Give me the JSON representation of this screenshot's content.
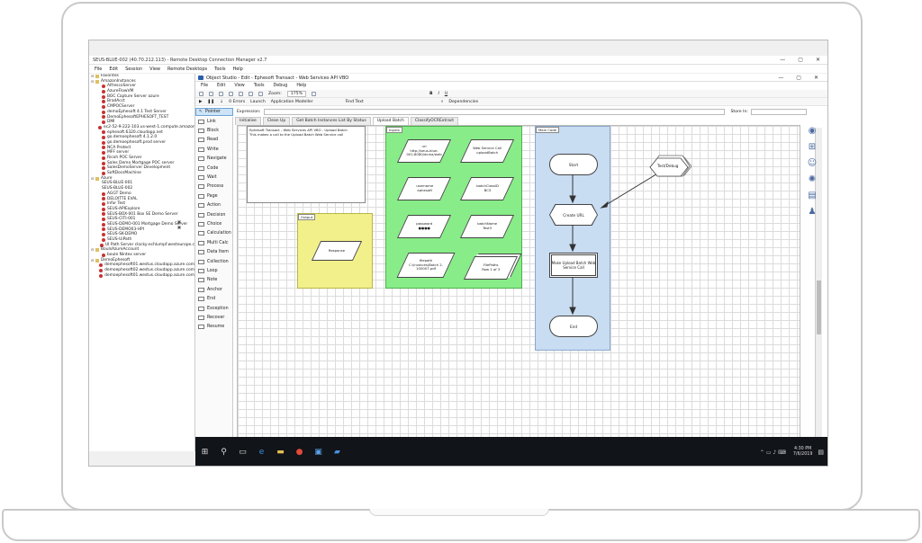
{
  "window": {
    "title": "SEUS-BLUE-002 (40.70.212.113) - Remote Desktop Connection Manager v2.7",
    "controls": [
      "—",
      "▢",
      "✕"
    ]
  },
  "menu": [
    "File",
    "Edit",
    "Session",
    "View",
    "Remote Desktops",
    "Tools",
    "Help"
  ],
  "tree": [
    {
      "level": 0,
      "toggle": "⊟",
      "icon": "folder",
      "label": "Favorites"
    },
    {
      "level": 0,
      "toggle": "⊟",
      "icon": "folder",
      "label": "AmazonInstances"
    },
    {
      "level": 1,
      "toggle": "",
      "icon": "red",
      "label": "AlfrescoServer"
    },
    {
      "level": 1,
      "toggle": "",
      "icon": "red",
      "label": "AzureFlowVM"
    },
    {
      "level": 1,
      "toggle": "",
      "icon": "red",
      "label": "BOC Capture Server azure"
    },
    {
      "level": 1,
      "toggle": "",
      "icon": "red",
      "label": "BradAcct"
    },
    {
      "level": 1,
      "toggle": "",
      "icon": "red",
      "label": "CMPOCServer"
    },
    {
      "level": 1,
      "toggle": "",
      "icon": "red",
      "label": "demoEphesoft 4.1 Test Server"
    },
    {
      "level": 1,
      "toggle": "",
      "icon": "red",
      "label": "DemoEphesoftEPHESOFT_TEST"
    },
    {
      "level": 1,
      "toggle": "",
      "icon": "red",
      "label": "DMI"
    },
    {
      "level": 1,
      "toggle": "",
      "icon": "red",
      "label": "ec2-52-9-222-103.us-west-1.compute.amazon"
    },
    {
      "level": 1,
      "toggle": "",
      "icon": "red",
      "label": "ephesoft.6320.cloudapp.net"
    },
    {
      "level": 1,
      "toggle": "",
      "icon": "red",
      "label": "go.demoephesoft 4.1.2.0"
    },
    {
      "level": 1,
      "toggle": "",
      "icon": "red",
      "label": "go.demoephesoft.prod server"
    },
    {
      "level": 1,
      "toggle": "",
      "icon": "red",
      "label": "NCA Protect"
    },
    {
      "level": 1,
      "toggle": "",
      "icon": "red",
      "label": "MFF server"
    },
    {
      "level": 1,
      "toggle": "",
      "icon": "red",
      "label": "Ricoh POC Server"
    },
    {
      "level": 1,
      "toggle": "",
      "icon": "red",
      "label": "Sales Demo Mortgage POC server"
    },
    {
      "level": 1,
      "toggle": "",
      "icon": "red",
      "label": "SalesDemoServer Development"
    },
    {
      "level": 1,
      "toggle": "",
      "icon": "red",
      "label": "SoftDocsMachine"
    },
    {
      "level": 0,
      "toggle": "⊟",
      "icon": "folder",
      "label": "Azure"
    },
    {
      "level": 1,
      "toggle": "",
      "icon": "screen",
      "label": "SEUS-BLUE-001"
    },
    {
      "level": 1,
      "toggle": "",
      "icon": "screen",
      "label": "SEUS-BLUE-002"
    },
    {
      "level": 1,
      "toggle": "",
      "icon": "red",
      "label": "AGGT Demo"
    },
    {
      "level": 1,
      "toggle": "",
      "icon": "red",
      "label": "DELOITTE EVAL"
    },
    {
      "level": 1,
      "toggle": "",
      "icon": "red",
      "label": "Infor Test"
    },
    {
      "level": 1,
      "toggle": "",
      "icon": "red",
      "label": "SEUS-APIExplore"
    },
    {
      "level": 1,
      "toggle": "",
      "icon": "red",
      "label": "SEUS-BOX-001 Box SE Demo Server"
    },
    {
      "level": 1,
      "toggle": "",
      "icon": "red",
      "label": "SEUS-CITI-001"
    },
    {
      "level": 1,
      "toggle": "",
      "icon": "red",
      "label": "SEUS-DEMO-001 Mortgage Demo Server"
    },
    {
      "level": 1,
      "toggle": "",
      "icon": "red",
      "label": "SEUS-DEMO03-HPI"
    },
    {
      "level": 1,
      "toggle": "",
      "icon": "red",
      "label": "SEUS-SK-DEMO"
    },
    {
      "level": 1,
      "toggle": "",
      "icon": "red",
      "label": "SEUS-UiPath"
    },
    {
      "level": 1,
      "toggle": "",
      "icon": "red",
      "label": "UI Path Server clocky-echlumpf.westeurope.c"
    },
    {
      "level": 0,
      "toggle": "⊟",
      "icon": "folder",
      "label": "BoulsAzureAccount"
    },
    {
      "level": 1,
      "toggle": "",
      "icon": "red",
      "label": "boule Nintex server"
    },
    {
      "level": 0,
      "toggle": "⊟",
      "icon": "folder",
      "label": "DemoEphesoft"
    },
    {
      "level": 1,
      "toggle": "",
      "icon": "red",
      "label": "demoephesoft01.westus.cloudapp.azure.com"
    },
    {
      "level": 1,
      "toggle": "",
      "icon": "red",
      "label": "demoephesoft02.westus.cloudapp.azure.com"
    },
    {
      "level": 1,
      "toggle": "",
      "icon": "red",
      "label": "demoephesoft01.westus.cloudapp.azure.com"
    }
  ],
  "studio": {
    "title": "Object Studio - Edit - Ephesoft Transact - Web Services API VBO",
    "menu": [
      "File",
      "Edit",
      "View",
      "Tools",
      "Debug",
      "Help"
    ],
    "toolbar1": {
      "zoom_label": "Zoom:",
      "zoom_value": "175%"
    },
    "toolbar2": {
      "errors": "0 Errors",
      "launch": "Launch",
      "app_modeller": "Application Modeller",
      "find_text": "Find Text",
      "dependencies": "Dependencies"
    },
    "expression_label": "Expression:",
    "store_in_label": "Store In:",
    "pointer": "Pointer"
  },
  "palette": [
    "Link",
    "Block",
    "Read",
    "Write",
    "Navigate",
    "Code",
    "Wait",
    "Process",
    "Page",
    "Action",
    "Decision",
    "Choice",
    "Calculation",
    "Multi Calc",
    "Data Item",
    "Collection",
    "Loop",
    "Note",
    "Anchor",
    "End",
    "Exception",
    "Recover",
    "Resume"
  ],
  "tabs": [
    "Initialise",
    "Clean Up",
    "Get Batch Instances List By Status",
    "Upload Batch",
    "ClassifyOCRExtract"
  ],
  "active_tab": "Upload Batch",
  "diagram": {
    "description_title": "Ephesoft Transact - Web Services API VBO - Upload Batch",
    "description_text": "This makes a call to the Upload Batch Web Service call",
    "output_title": "Output",
    "output_item": "Response",
    "inputs_title": "Inputs",
    "inputs": [
      {
        "label": "url",
        "value": "http://seus-blue-001:8080/dcma/web"
      },
      {
        "label": "Web Service Call",
        "value": "uploadBatch"
      },
      {
        "label": "username",
        "value": "ephesoft"
      },
      {
        "label": "batchClassID",
        "value": "BC5"
      },
      {
        "label": "password",
        "value": "●●●●"
      },
      {
        "label": "batchName",
        "value": "Test3"
      },
      {
        "label": "filepath",
        "value": "C:\\invoices\\Batch 2-100007.pdf"
      },
      {
        "label": "FilePaths",
        "value": "Row 1 of 3"
      }
    ],
    "main_title": "Main Code",
    "start": "Start",
    "create_url": "Create URL",
    "upload_call": "Make Upload Batch Web Service Call",
    "end": "End",
    "test_debug": "Test/Debug"
  },
  "taskbar": {
    "time": "4:30 PM",
    "date": "7/6/2019"
  }
}
